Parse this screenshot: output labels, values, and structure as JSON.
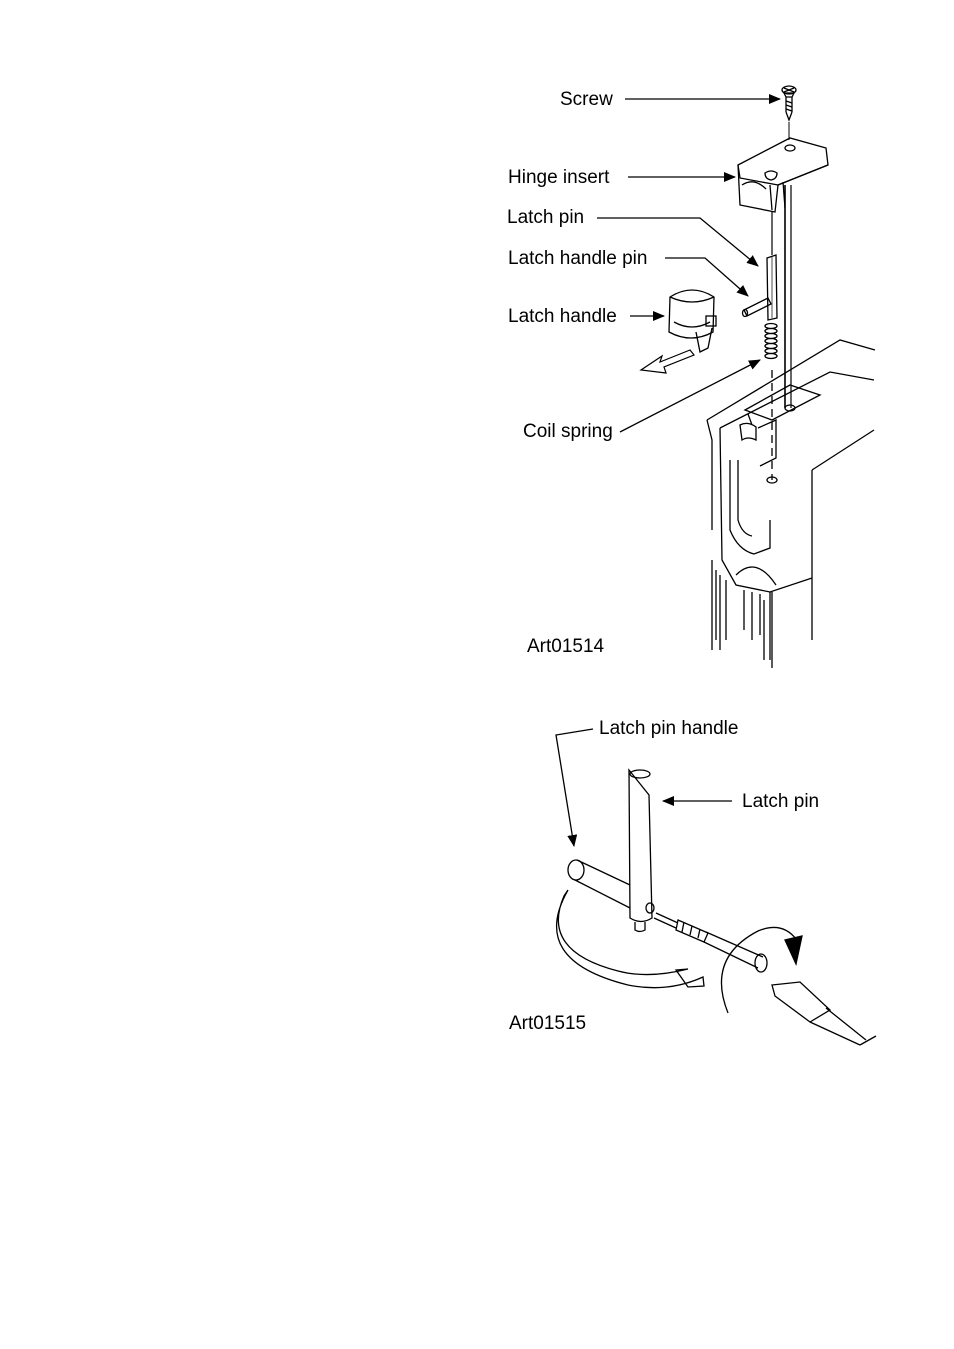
{
  "figure1": {
    "labels": {
      "screw": "Screw",
      "hinge_insert": "Hinge insert",
      "latch_pin": "Latch pin",
      "latch_handle_pin": "Latch handle pin",
      "latch_handle": "Latch handle",
      "coil_spring": "Coil spring"
    },
    "art_id": "Art01514"
  },
  "figure2": {
    "labels": {
      "latch_pin_handle": "Latch pin handle",
      "latch_pin": "Latch pin"
    },
    "art_id": "Art01515"
  }
}
